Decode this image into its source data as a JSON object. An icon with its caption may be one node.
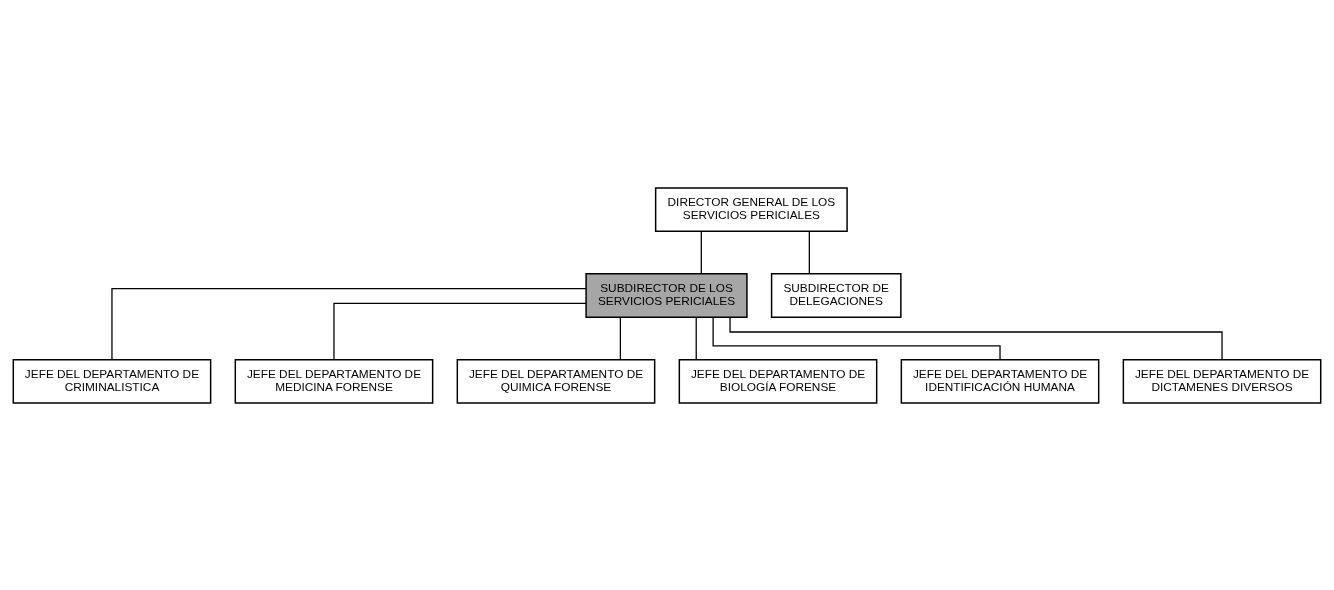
{
  "diagram": {
    "nodes": [
      {
        "text": [
          "DIRECTOR GENERAL DE LOS SERVICIOS PERICIALES"
        ]
      },
      {
        "text": [
          "SUBDIRECTOR DE LOS SERVICIOS PERICIALES"
        ]
      },
      {
        "text": [
          "SUBDIRECTOR DE DELEGACIONES"
        ]
      },
      {
        "text": [
          "JEFE DEL DEPARTAMENTO DE CRIMINALISTICA"
        ]
      },
      {
        "text": [
          "JEFE DEL DEPARTAMENTO DE MEDICINA FORENSE"
        ]
      },
      {
        "text": [
          "JEFE DEL DEPARTAMENTO DE QUIMICA FORENSE"
        ]
      },
      {
        "text": [
          "JEFE DEL DEPARTAMENTO DE BIOLOGÍA FORENSE"
        ]
      },
      {
        "text": [
          "JEFE DEL DEPARTAMENTO DE IDENTIFICACIÓN HUMANA"
        ]
      },
      {
        "text": [
          "JEFE DEL DEPARTAMENTO DE DICTAMENES DIVERSOS"
        ]
      }
    ],
    "edges": [
      {
        "from": 0,
        "to": 1,
        "arrow": "none"
      },
      {
        "from": 0,
        "to": 2,
        "arrow": "none"
      },
      {
        "from": 1,
        "to": 3,
        "arrow": "none"
      },
      {
        "from": 1,
        "to": 4,
        "arrow": "none"
      },
      {
        "from": 1,
        "to": 5,
        "arrow": "none"
      },
      {
        "from": 1,
        "to": 6,
        "arrow": "none"
      },
      {
        "from": 1,
        "to": 7,
        "arrow": "none"
      },
      {
        "from": 1,
        "to": 8,
        "arrow": "none"
      }
    ]
  }
}
